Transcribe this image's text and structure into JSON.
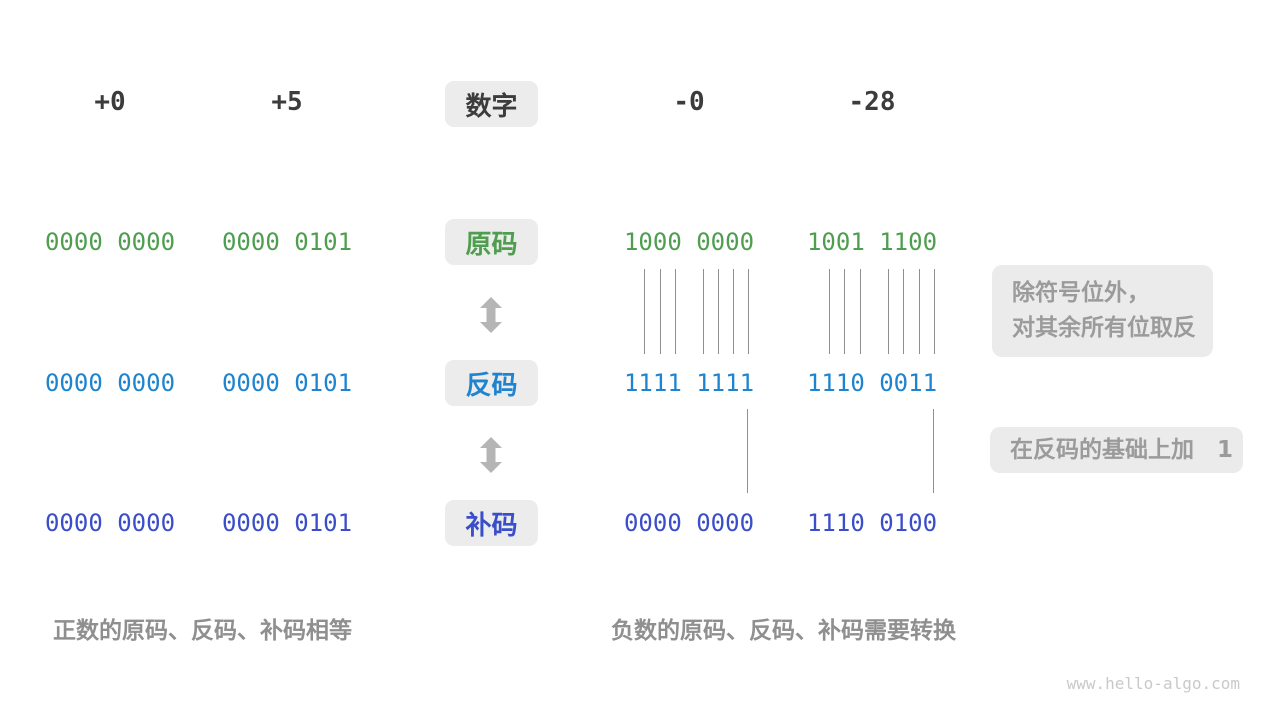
{
  "header": {
    "label": "数字",
    "values": [
      "+0",
      "+5",
      "-0",
      "-28"
    ]
  },
  "rows": [
    {
      "key": "sign-magnitude",
      "label": "原码",
      "color": "#4f9e50",
      "values": [
        "0000 0000",
        "0000 0101",
        "1000 0000",
        "1001 1100"
      ]
    },
    {
      "key": "ones-complement",
      "label": "反码",
      "color": "#1f84cf",
      "values": [
        "0000 0000",
        "0000 0101",
        "1111 1111",
        "1110 0011"
      ]
    },
    {
      "key": "twos-complement",
      "label": "补码",
      "color": "#3b4ec9",
      "values": [
        "0000 0000",
        "0000 0101",
        "0000 0000",
        "1110 0100"
      ]
    }
  ],
  "callouts": [
    {
      "line1": "除符号位外，",
      "line2": "对其余所有位取反"
    },
    {
      "line1": "在反码的基础上加　1"
    }
  ],
  "captions": {
    "positive": "正数的原码、反码、补码相等",
    "negative": "负数的原码、反码、补码需要转换"
  },
  "watermark": "www.hello-algo.com",
  "colors": {
    "sign_magnitude_green": "#4f9e50",
    "ones_complement_blue": "#1f84cf",
    "twos_complement_indigo": "#3b4ec9",
    "header_dark": "#3c3c3c",
    "callout_text": "#9b9b9b",
    "caption_gray": "#8f8f8f",
    "box_background": "#ececec",
    "arrow_gray": "#b5b5b5",
    "connector_line": "#8f8f8f",
    "watermark_gray": "#c9c9c9"
  }
}
